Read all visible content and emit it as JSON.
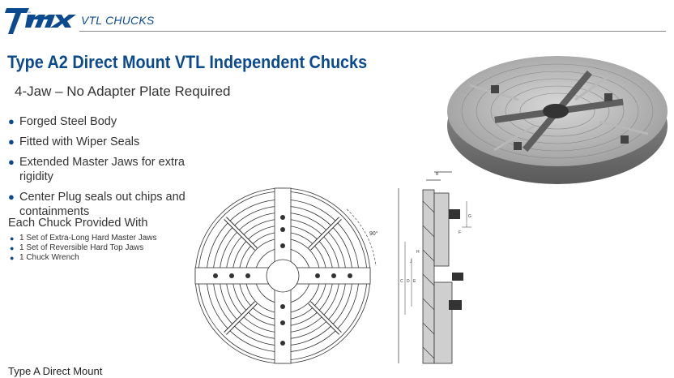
{
  "header": {
    "logo_text": "TMX",
    "title": "VTL CHUCKS"
  },
  "page": {
    "title": "Type A2 Direct Mount VTL Independent Chucks",
    "subtitle": "4-Jaw – No Adapter Plate Required",
    "features": [
      "Forged Steel Body",
      "Fitted with Wiper Seals",
      "Extended Master Jaws for extra rigidity",
      "Center Plug seals out chips and containments"
    ],
    "provided_title": "Each Chuck Provided With",
    "provided_items": [
      "1 Set of Extra-Long Hard Master Jaws",
      "1 Set of Reversible Hard Top Jaws",
      "1 Chuck Wrench"
    ],
    "caption": "Type A Direct Mount"
  },
  "drawing": {
    "angle_label": "90°",
    "section_labels": [
      "B",
      "C",
      "D",
      "E",
      "F",
      "G",
      "H",
      "J"
    ]
  },
  "colors": {
    "brand_blue": "#0b4a8f",
    "text": "#333333"
  }
}
